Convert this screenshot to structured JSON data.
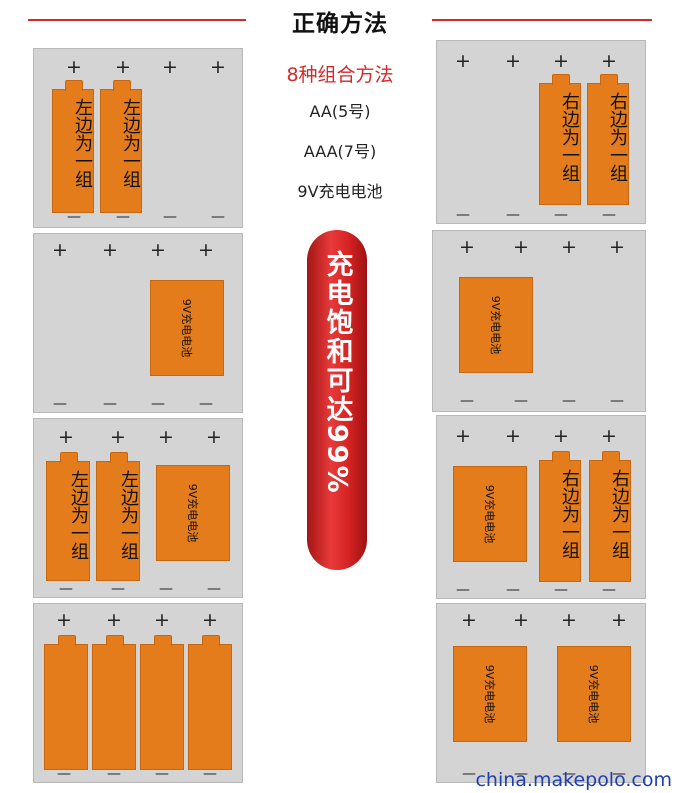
{
  "header": {
    "title": "正确方法"
  },
  "info": {
    "combo": "8种组合方法",
    "aa": "AA(5号)",
    "aaa": "AAA(7号)",
    "nine_v": "9V充电电池"
  },
  "pill": {
    "text": "充电饱和可达99%"
  },
  "signs": {
    "plus": "+",
    "minus": "—"
  },
  "labels": {
    "left_group": "左边为一组",
    "right_group": "右边为一组",
    "nine_v": "9V充电电池"
  },
  "watermark": "china.makepolo.com",
  "colors": {
    "accent": "#d42a2a",
    "battery": "#e57c1b",
    "panel": "#d4d4d4"
  }
}
